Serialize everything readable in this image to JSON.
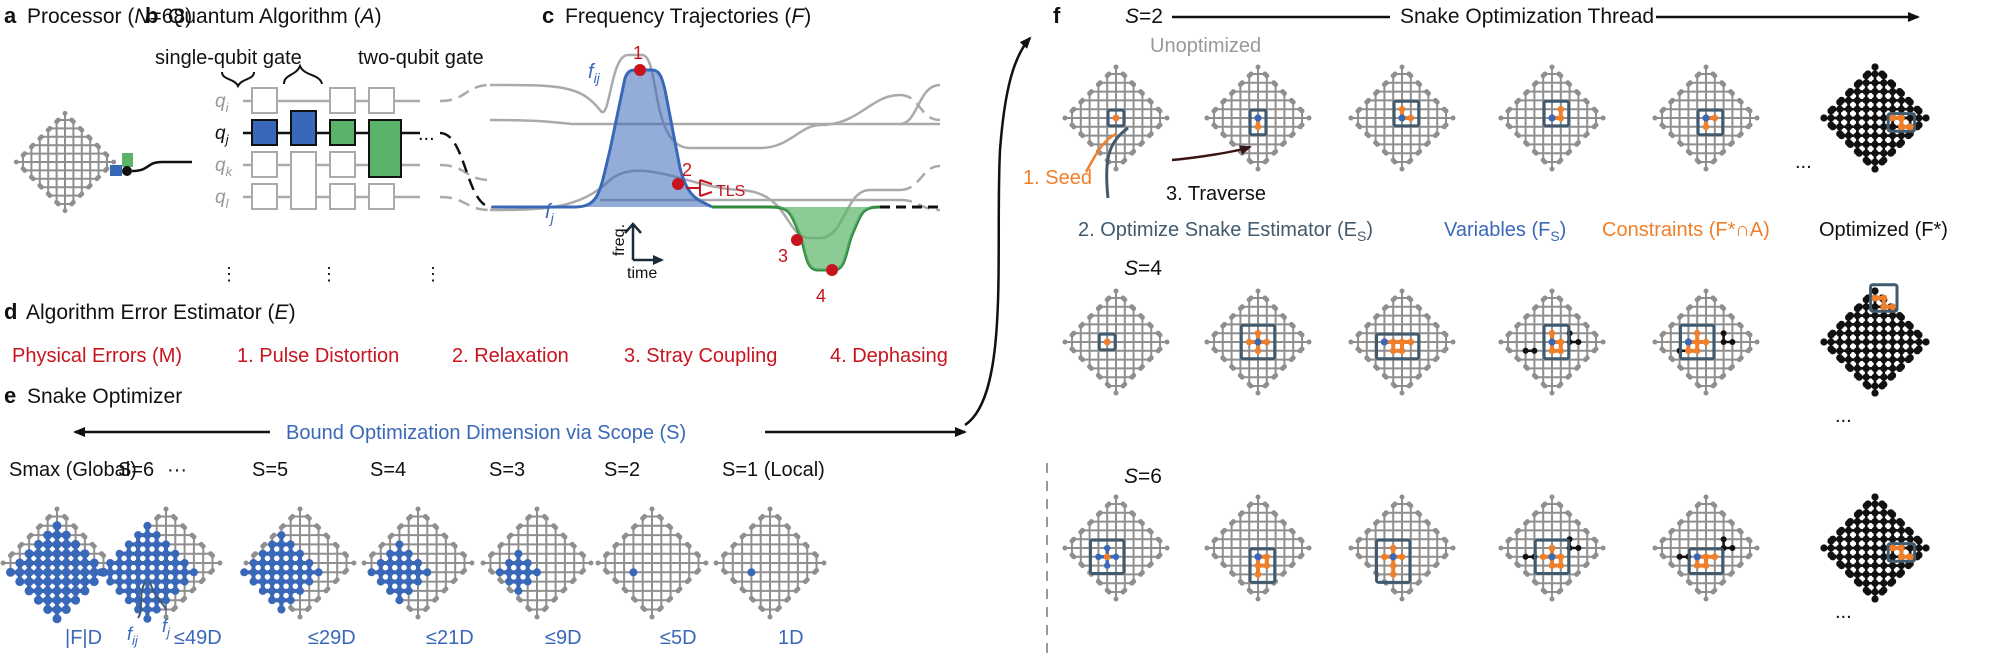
{
  "colors": {
    "blue": "#3a68b8",
    "green": "#5bb36a",
    "red": "#c8141e",
    "orange": "#f07f2b",
    "slate": "#415a6e",
    "grid": "#8f8f8f",
    "black": "#111111"
  },
  "panel_a": {
    "letter": "a",
    "title": "Processor (",
    "n_label": "N",
    "n_value": "=68)"
  },
  "panel_b": {
    "letter": "b",
    "title": "Quantum Algorithm (",
    "title_sym": "A",
    "title_end": ")",
    "single_gate": "single-qubit gate",
    "two_gate": "two-qubit gate",
    "qubits": [
      "q",
      "q",
      "q",
      "q"
    ],
    "qubit_subs": [
      "i",
      "j",
      "k",
      "l"
    ],
    "ellipsis": "..."
  },
  "panel_c": {
    "letter": "c",
    "title": "Frequency Trajectories (",
    "title_sym": "F",
    "title_end": ")",
    "fij": "f",
    "fij_sub": "ij",
    "fj": "f",
    "fj_sub": "j",
    "points": [
      "1",
      "2",
      "3",
      "4"
    ],
    "tls": "TLS",
    "freq": "freq.",
    "time": "time"
  },
  "panel_d": {
    "letter": "d",
    "title": "Algorithm Error Estimator (",
    "title_sym": "E",
    "title_end": ")",
    "errors": [
      "Physical Errors (M)",
      "1. Pulse Distortion",
      "2. Relaxation",
      "3. Stray Coupling",
      "4. Dephasing"
    ]
  },
  "panel_e": {
    "letter": "e",
    "title": "Snake Optimizer",
    "arrow_label": "Bound Optimization Dimension via Scope (S)",
    "scopes": [
      {
        "label": "Smax (Global)",
        "dim": "|F|D",
        "level": 6
      },
      {
        "label": "S=6",
        "dim": "≤49D",
        "level": 5
      },
      {
        "label": "S=5",
        "dim": "≤29D",
        "level": 4
      },
      {
        "label": "S=4",
        "dim": "≤21D",
        "level": 3
      },
      {
        "label": "S=3",
        "dim": "≤9D",
        "level": 2
      },
      {
        "label": "S=2",
        "dim": "≤5D",
        "level": 1
      },
      {
        "label": "S=1 (Local)",
        "dim": "1D",
        "level": 1
      }
    ],
    "ellipsis": "···",
    "fij": "f",
    "fij_sub": "ij",
    "fj": "f",
    "fj_sub": "j"
  },
  "panel_f": {
    "letter": "f",
    "thread_title": "Snake Optimization Thread",
    "unoptimized": "Unoptimized",
    "seed": "1. Seed",
    "traverse": "3. Traverse",
    "legend": {
      "estimator": "2. Optimize Snake Estimator (E",
      "estimator_sub": "S",
      "estimator_end": ")",
      "variables": "Variables (F",
      "variables_sub": "S",
      "variables_end": ")",
      "constraints": "Constraints (F*∩A)",
      "optimized": "Optimized (F*)"
    },
    "rows": [
      "S=2",
      "S=4",
      "S=6"
    ],
    "ellipsis": "..."
  }
}
